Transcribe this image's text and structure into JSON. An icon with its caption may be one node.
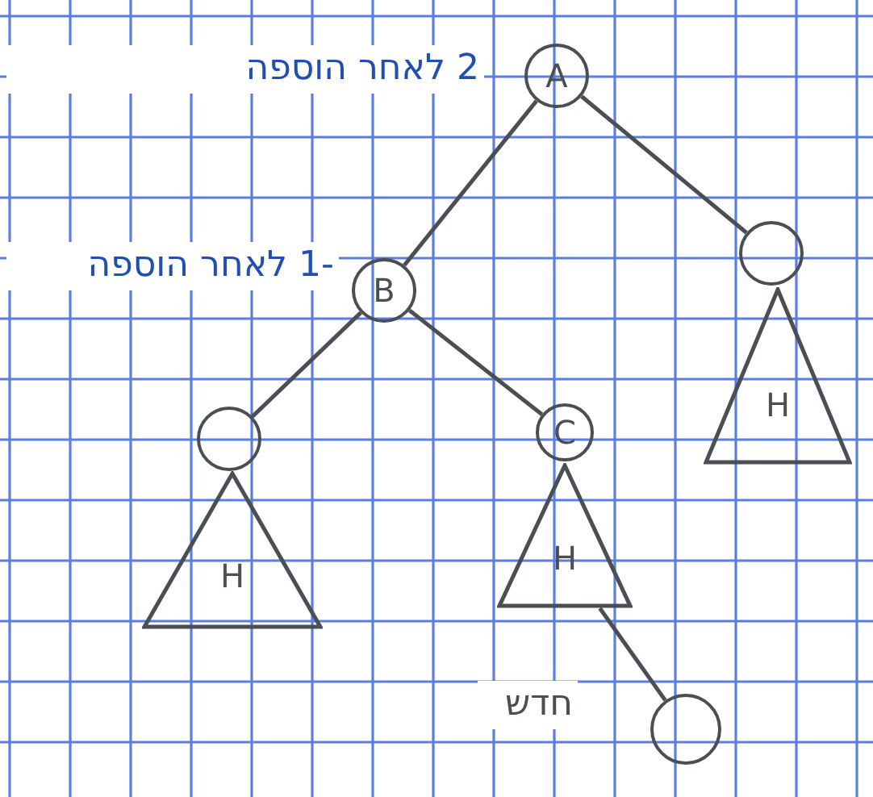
{
  "diagram": {
    "nodes": [
      {
        "text": [
          "A"
        ],
        "beside": [
          "2 לאחר הוספה"
        ]
      },
      {
        "text": [
          "B"
        ],
        "beside": [
          "-1 לאחר הוספה"
        ]
      },
      {
        "text": [],
        "shape": "circle"
      },
      {
        "text": [
          "H"
        ]
      },
      {
        "text": [],
        "shape": "circle"
      },
      {
        "text": [
          "H"
        ]
      },
      {
        "text": [
          "C"
        ]
      },
      {
        "text": [
          "H"
        ]
      },
      {
        "text": [],
        "shape": "circle",
        "beside": [
          "חדש"
        ]
      }
    ],
    "edges": [
      {
        "from": 0,
        "to": 1,
        "arrow": "none"
      },
      {
        "from": 0,
        "to": 2,
        "arrow": "none"
      },
      {
        "from": 1,
        "to": 4,
        "arrow": "none"
      },
      {
        "from": 1,
        "to": 6,
        "arrow": "none"
      },
      {
        "from": 7,
        "to": 8,
        "arrow": "none"
      }
    ]
  }
}
